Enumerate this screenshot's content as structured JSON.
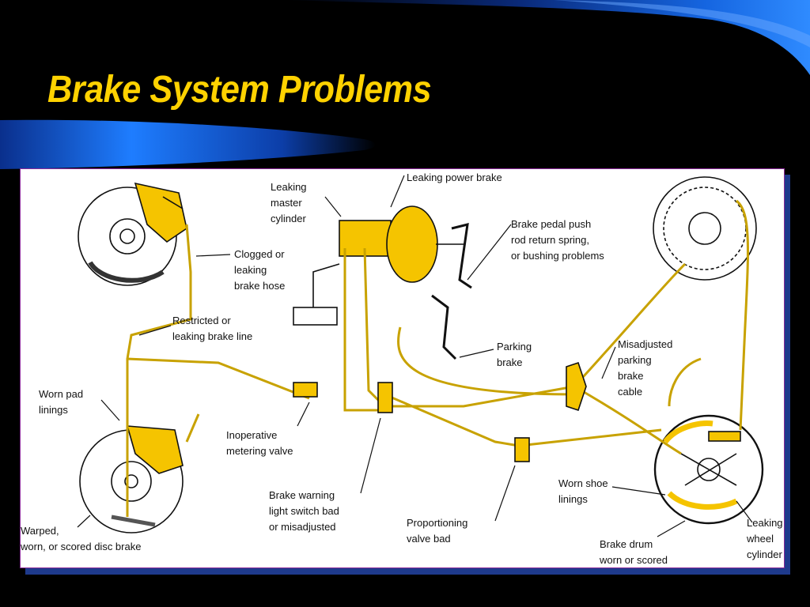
{
  "slide": {
    "title": "Brake System Problems"
  },
  "diagram": {
    "labels": {
      "leaking_power_brake": "Leaking power brake",
      "leaking_master_cylinder": [
        "Leaking",
        "master",
        "cylinder"
      ],
      "brake_pedal_push_rod": [
        "Brake pedal push",
        "rod return spring,",
        "or bushing problems"
      ],
      "clogged_brake_hose": [
        "Clogged or",
        "leaking",
        "brake hose"
      ],
      "restricted_brake_line": [
        "Restricted or",
        "leaking brake line"
      ],
      "parking_brake": [
        "Parking",
        "brake"
      ],
      "misadjusted_parking_brake_cable": [
        "Misadjusted",
        "parking",
        "brake",
        "cable"
      ],
      "worn_pad_linings": [
        "Worn pad",
        "linings"
      ],
      "inoperative_metering_valve": [
        "Inoperative",
        "metering valve"
      ],
      "brake_warning_switch": [
        "Brake warning",
        "light switch bad",
        "or misadjusted"
      ],
      "proportioning_valve": [
        "Proportioning",
        "valve bad"
      ],
      "worn_shoe_linings": [
        "Worn shoe",
        "linings"
      ],
      "warped_disc_brake": [
        "Warped,",
        "worn, or scored disc brake"
      ],
      "brake_drum_worn": [
        "Brake drum",
        "worn or scored"
      ],
      "leaking_wheel_cylinder": [
        "Leaking",
        "wheel",
        "cylinder"
      ]
    }
  },
  "colors": {
    "background": "#000000",
    "title": "#ffd200",
    "accent_blue": "#1e6ee6",
    "component_yellow": "#f5c400",
    "panel_border": "#8b2a9a"
  }
}
